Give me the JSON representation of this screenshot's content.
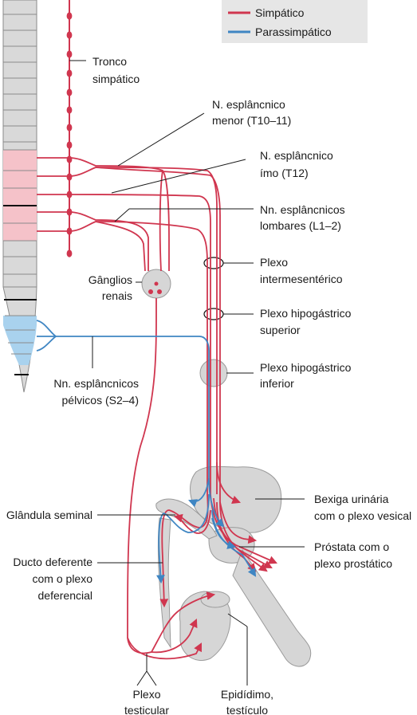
{
  "legend": {
    "items": [
      {
        "label": "Simpático",
        "color": "#d0364f"
      },
      {
        "label": "Parassimpático",
        "color": "#3f86c3"
      }
    ]
  },
  "labels": {
    "tronco_l1": "Tronco",
    "tronco_l2": "simpático",
    "menor_l1": "N. esplâncnico",
    "menor_l2": "menor (T10–11)",
    "imo_l1": "N. esplâncnico",
    "imo_l2": "ímo (T12)",
    "lombares_l1": "Nn. esplâncnicos",
    "lombares_l2": "lombares (L1–2)",
    "intermes_l1": "Plexo",
    "intermes_l2": "intermesentérico",
    "hipsup_l1": "Plexo hipogástrico",
    "hipsup_l2": "superior",
    "hipinf_l1": "Plexo hipogástrico",
    "hipinf_l2": "inferior",
    "ganglios_l1": "Gânglios",
    "ganglios_l2": "renais",
    "pelvicos_l1": "Nn. esplâncnicos",
    "pelvicos_l2": "pélvicos (S2–4)",
    "bexiga_l1": "Bexiga urinária",
    "bexiga_l2": "com o plexo vesical",
    "glandula": "Glândula seminal",
    "prostata_l1": "Próstata com o",
    "prostata_l2": "plexo prostático",
    "ducto_l1": "Ducto deferente",
    "ducto_l2": "com o plexo",
    "ducto_l3": "deferencial",
    "testicular_l1": "Plexo",
    "testicular_l2": "testicular",
    "epididimo_l1": "Epidídimo,",
    "epididimo_l2": "testículo"
  },
  "colors": {
    "sympathetic": "#d0364f",
    "parasympathetic": "#3f86c3",
    "organ_fill": "#d6d6d6",
    "spine_fill": "#d9d9d9",
    "spine_lumbar": "#f5c2c9",
    "spine_sacral": "#a9d2ee",
    "legend_bg": "#e6e6e6"
  }
}
